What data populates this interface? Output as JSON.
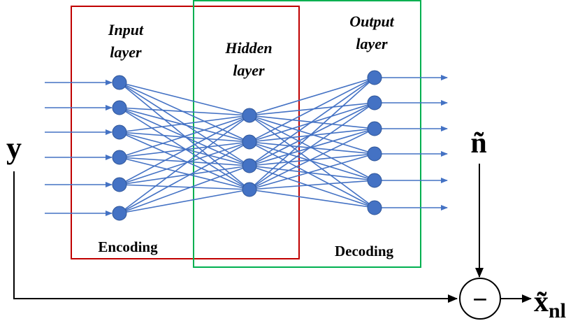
{
  "labels": {
    "input_layer": [
      "Input",
      "layer"
    ],
    "hidden_layer": [
      "Hidden",
      "layer"
    ],
    "output_layer": [
      "Output",
      "layer"
    ],
    "encoding": "Encoding",
    "decoding": "Decoding"
  },
  "symbols": {
    "input": "y",
    "noise": "ñ",
    "output_base": "x̃",
    "output_sub": "nl",
    "operator": "−"
  },
  "network": {
    "input_nodes": 6,
    "hidden_nodes": 4,
    "output_nodes": 6
  },
  "colors": {
    "network_blue": "#4472c4",
    "encoding_box": "#c00000",
    "decoding_box": "#00b050",
    "text": "#000000"
  }
}
